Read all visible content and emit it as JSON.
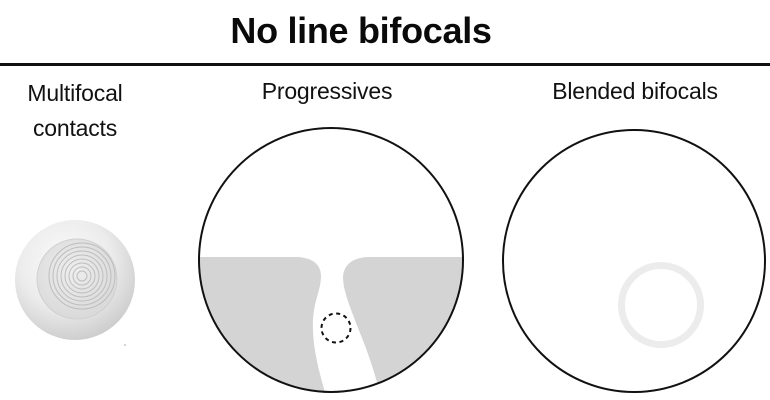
{
  "title": "No line bifocals",
  "sections": [
    {
      "id": "multifocal-contacts",
      "label_lines": [
        "Multifocal",
        "contacts"
      ]
    },
    {
      "id": "progressives",
      "label": "Progressives"
    },
    {
      "id": "blended-bifocals",
      "label": "Blended bifocals"
    }
  ],
  "colors": {
    "text": "#111111",
    "outline": "#111111",
    "progressive_zone_fill": "#d4d4d4",
    "blended_ring": "#ececec",
    "contact_outer": "#e6e6e6",
    "contact_inner": "#dcdcdc"
  }
}
